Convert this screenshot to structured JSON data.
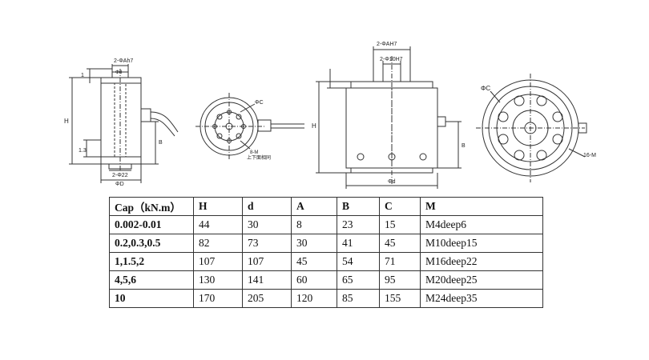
{
  "drawing": {
    "view1": {
      "label_top_hole": "2-ΦAh7",
      "label_d": "Φd",
      "label_H": "H",
      "label_B": "B",
      "label_1": "1",
      "label_13": "1.3",
      "label_bottom_hole": "2-Φ22",
      "label_D": "ΦD"
    },
    "view2": {
      "label_C": "ΦC",
      "label_bm": "8-M",
      "label_note": "上下面相同"
    },
    "view3": {
      "label_m7": "2-ΦAH7",
      "label_h7": "2-Φ10H7",
      "label_H": "H",
      "label_B": "B",
      "label_d": "Φd"
    },
    "view4": {
      "label_C": "ΦC",
      "label_M": "16-M"
    }
  },
  "table": {
    "headers": [
      "Cap（kN.m）",
      "H",
      "d",
      "A",
      "B",
      "C",
      "M"
    ],
    "rows": [
      [
        "0.002-0.01",
        "44",
        "30",
        "8",
        "23",
        "15",
        "M4deep6"
      ],
      [
        "0.2,0.3,0.5",
        "82",
        "73",
        "30",
        "41",
        "45",
        "M10deep15"
      ],
      [
        "1,1.5,2",
        "107",
        "107",
        "45",
        "54",
        "71",
        "M16deep22"
      ],
      [
        "4,5,6",
        "130",
        "141",
        "60",
        "65",
        "95",
        "M20deep25"
      ],
      [
        "10",
        "170",
        "205",
        "120",
        "85",
        "155",
        "M24deep35"
      ]
    ]
  }
}
